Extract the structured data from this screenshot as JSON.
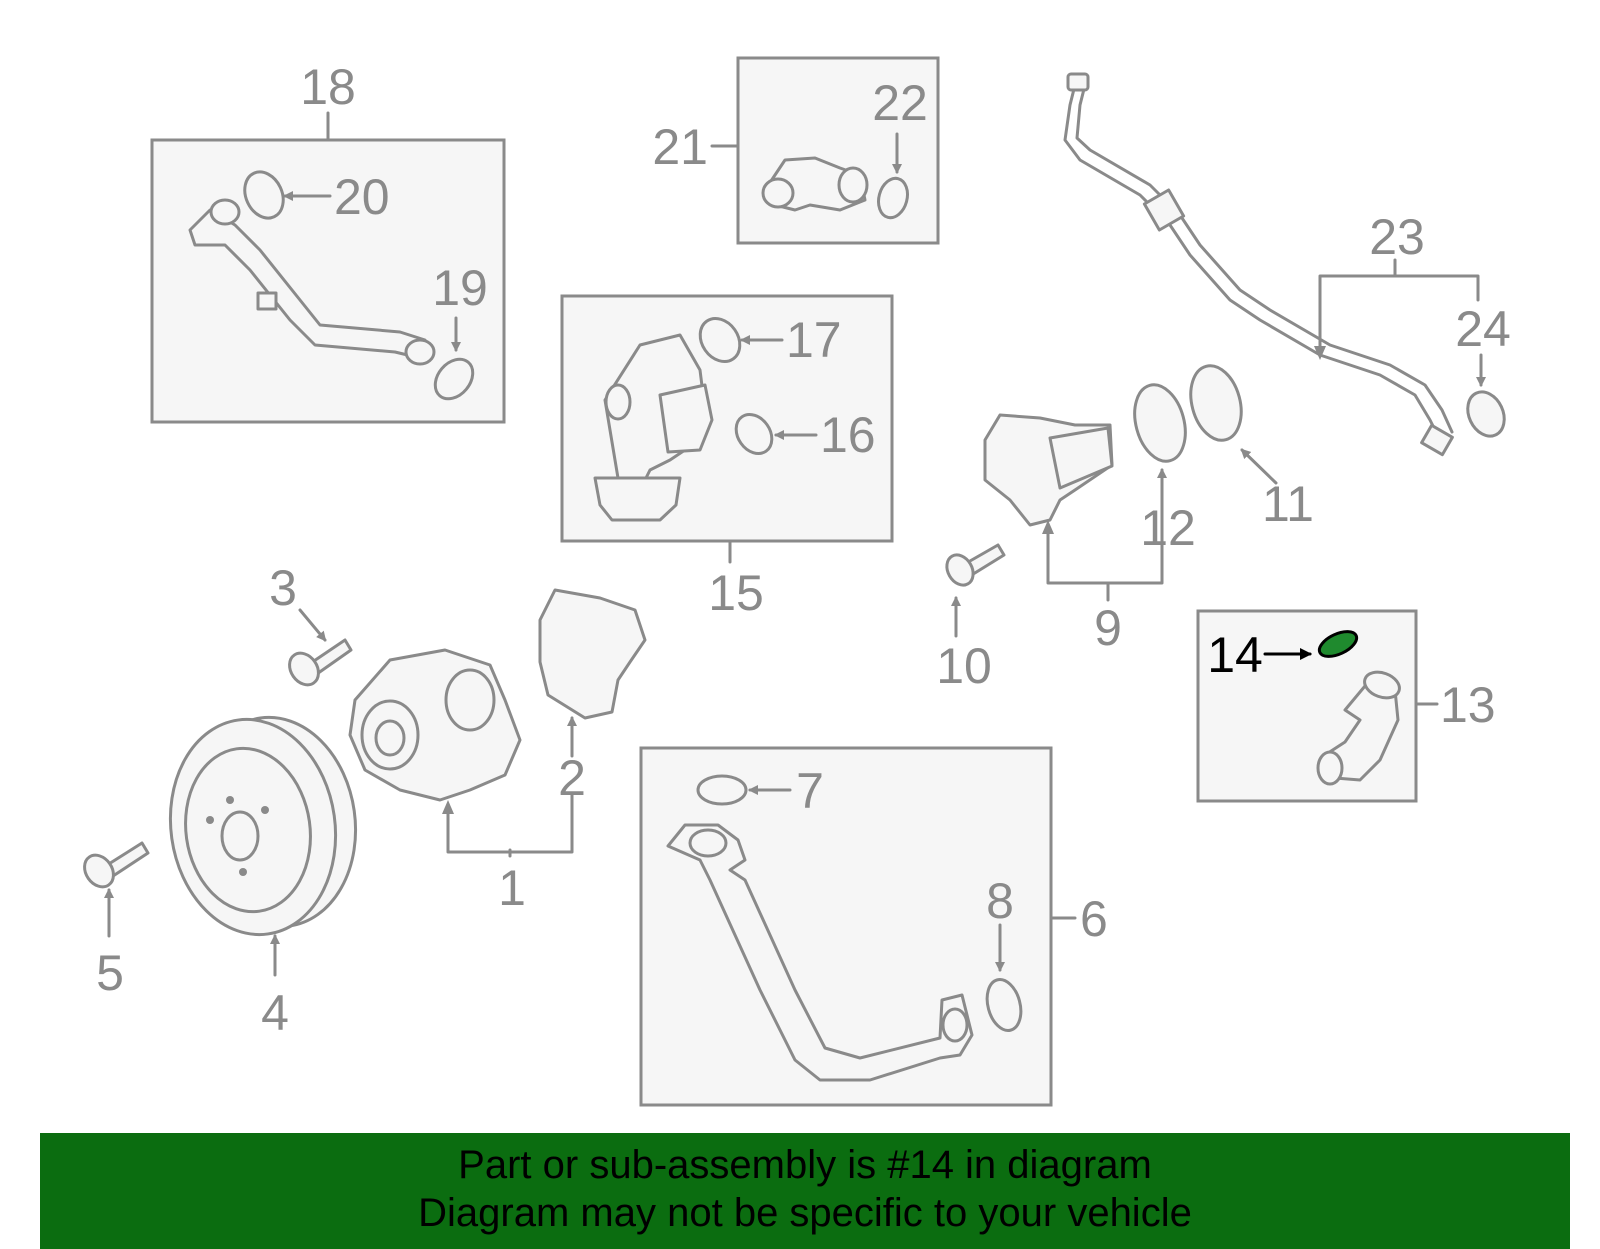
{
  "callouts": {
    "c1": "1",
    "c2": "2",
    "c3": "3",
    "c4": "4",
    "c5": "5",
    "c6": "6",
    "c7": "7",
    "c8": "8",
    "c9": "9",
    "c10": "10",
    "c11": "11",
    "c12": "12",
    "c13": "13",
    "c14": "14",
    "c15": "15",
    "c16": "16",
    "c17": "17",
    "c18": "18",
    "c19": "19",
    "c20": "20",
    "c21": "21",
    "c22": "22",
    "c23": "23",
    "c24": "24"
  },
  "highlighted_part": "14",
  "colors": {
    "line_gray": "#8a8a8a",
    "highlight_green": "#1f8a2e",
    "banner_green": "#0b6d10"
  },
  "banner": {
    "line1": "Part or sub-assembly is #14 in diagram",
    "line2": "Diagram may not be specific to your vehicle"
  }
}
